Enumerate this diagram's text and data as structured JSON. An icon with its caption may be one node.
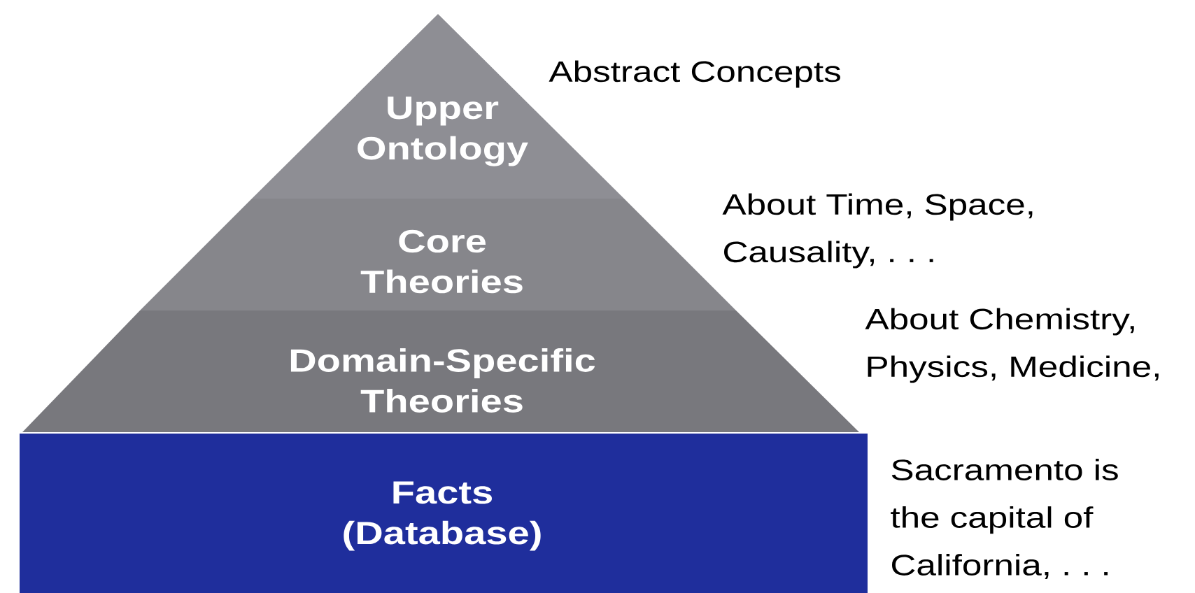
{
  "diagram": {
    "nodes": [
      {
        "text": [
          "Upper Ontology"
        ],
        "beside": [
          "Abstract Concepts"
        ]
      },
      {
        "text": [
          "Core Theories"
        ],
        "beside": [
          "About Time, Space, Causality, . . ."
        ]
      },
      {
        "text": [
          "Domain-Specific Theories"
        ],
        "beside": [
          "About Chemistry, Physics, Medicine,"
        ]
      },
      {
        "text": [
          "Facts (Database)"
        ],
        "beside": [
          "Sacramento is the capital of California, . . ."
        ]
      }
    ]
  }
}
